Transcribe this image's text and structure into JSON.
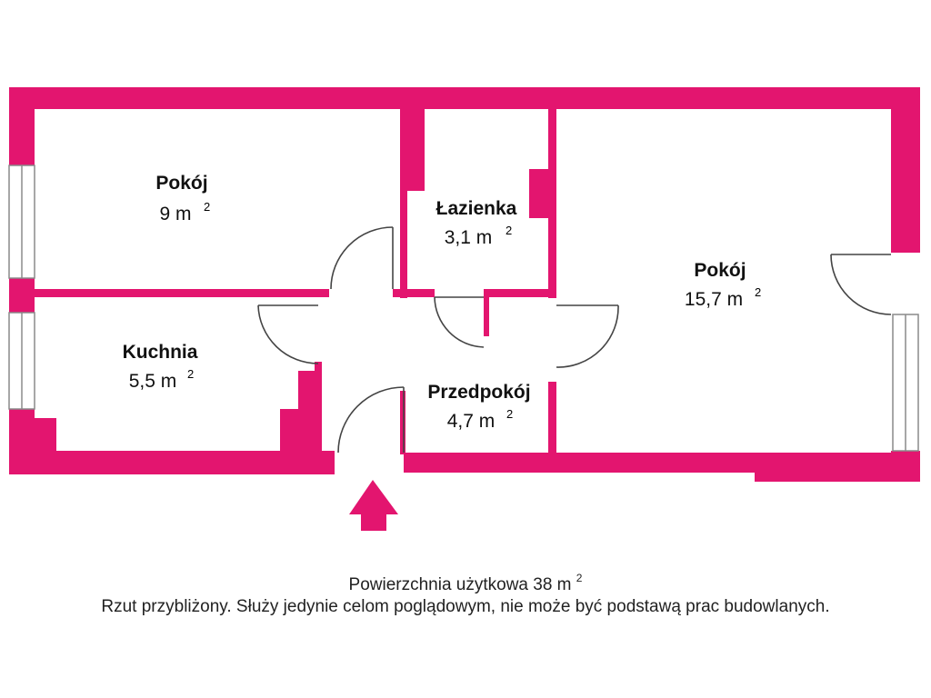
{
  "colors": {
    "wall": "#E3156F",
    "door": "#444444",
    "window": "#8a8a8a"
  },
  "rooms": {
    "pokoj_small": {
      "name": "Pokój",
      "area": "9 m",
      "unit_sup": "2"
    },
    "lazienka": {
      "name": "Łazienka",
      "area": "3,1 m",
      "unit_sup": "2"
    },
    "pokoj_large": {
      "name": "Pokój",
      "area": "15,7 m",
      "unit_sup": "2"
    },
    "kuchnia": {
      "name": "Kuchnia",
      "area": "5,5 m",
      "unit_sup": "2"
    },
    "przedpokoj": {
      "name": "Przedpokój",
      "area": "4,7 m",
      "unit_sup": "2"
    }
  },
  "entrance_icon": "arrow-up-icon",
  "footer": {
    "total_area": "Powierzchnia użytkowa 38 m",
    "total_sup": "2",
    "disclaimer": "Rzut przybliżony. Służy jedynie celom poglądowym, nie może być podstawą prac budowlanych."
  }
}
